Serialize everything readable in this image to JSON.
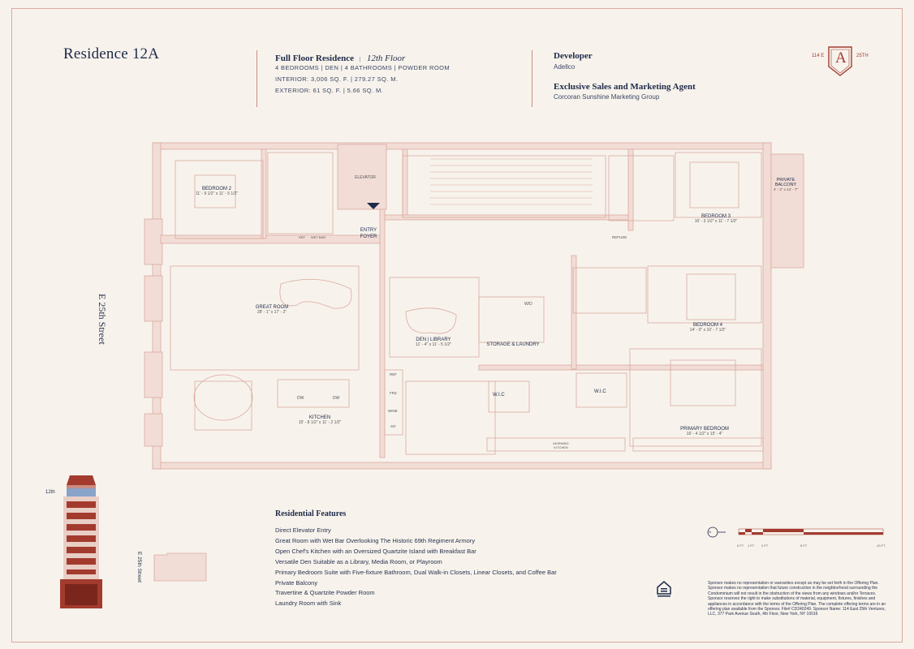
{
  "residence_title": "Residence 12A",
  "header": {
    "residence_type": "Full Floor Residence",
    "separator": "|",
    "floor": "12th Floor",
    "rooms": "4 BEDROOMS | DEN | 4 BATHROOMS | POWDER ROOM",
    "interior": "INTERIOR: 3,006 SQ. F. | 279.27 SQ. M.",
    "exterior": "EXTERIOR: 61 SQ. F. | 5.66 SQ. M."
  },
  "developer": {
    "label": "Developer",
    "value": "Adellco",
    "agent_label": "Exclusive Sales and Marketing Agent",
    "agent_value": "Corcoran Sunshine Marketing Group"
  },
  "logo": {
    "left": "114 E",
    "letter": "A",
    "right": "25TH"
  },
  "street_label": "E 25th Street",
  "floorplan": {
    "rooms": [
      {
        "name": "BEDROOM 2",
        "dims": "11' - 9 1/2\" x 11' - 5 1/2\""
      },
      {
        "name": "ELEVATOR",
        "dims": ""
      },
      {
        "name": "ENTRY FOYER",
        "dims": ""
      },
      {
        "name": "GREAT ROOM",
        "dims": "28' - 1\" x 17' - 2\""
      },
      {
        "name": "KITCHEN",
        "dims": "15' - 8 1/2\" x 11' - 2 1/2\""
      },
      {
        "name": "DEN | LIBRARY",
        "dims": "11' - 4\" x 11' - 5 1/2\""
      },
      {
        "name": "STORAGE & LAUNDRY",
        "dims": ""
      },
      {
        "name": "BEDROOM 3",
        "dims": "10' - 3 1/2\" x 11' - 7 1/2\""
      },
      {
        "name": "PRIVATE BALCONY",
        "dims": "4' - 2\" x 14' - 7\""
      },
      {
        "name": "BEDROOM 4",
        "dims": "14' - 0\" x 10' - 7 1/2\""
      },
      {
        "name": "PRIMARY BEDROOM",
        "dims": "16' - 4 1/2\" x 15' - 4\""
      }
    ],
    "small_labels": {
      "ref_bar": "REF",
      "wet_bar": "WET BAR",
      "refuse": "REFUSE",
      "wd": "W/D",
      "wic": "W.I.C",
      "ref": "REF",
      "frz": "FRZ",
      "wine": "WINE",
      "so": "SO",
      "dw": "DW",
      "morning_kitchen": "MORNING KITCHEN"
    }
  },
  "building": {
    "floor_label": "12th",
    "street_small": "E 25th Street"
  },
  "features": {
    "heading": "Residential Features",
    "items": [
      "Direct Elevator Entry",
      "Great Room with Wet Bar Overlooking The Historic 69th Regiment Armory",
      "Open Chef's Kitchen with an Oversized Quartzite Island with Breakfast Bar",
      "Versatile Den Suitable as a Library, Media Room, or Playroom",
      "Primary Bedroom Suite with Five-fixture Bathroom, Dual Walk-in Closets, Linear Closets, and Coffee Bar",
      "Private Balcony",
      "Travertine & Quartzite Powder Room",
      "Laundry Room with Sink"
    ]
  },
  "scale": {
    "north": "N",
    "labels": [
      "0 FT",
      "1 FT",
      "2 FT",
      "5 FT",
      "10 FT"
    ]
  },
  "disclaimer": "Sponsor makes no representation or warranties except as may be set forth in the Offering Plan. Sponsor makes no representation that future construction in the neighborhood surrounding the Condominium will not result in the obstruction of the views from any windows and/or Terraces. Sponsor reserves the right to make substitutions of material, equipment, fixtures, finishes and appliances in accordance with the terms of the Offering Plan. The complete offering terms are in an offering plan available from the Sponsor. File# CD240249. Sponsor Name: 114 East 25th Ventures, LLC, 377 Park Avenue South, 4th Floor, New York, NY 10016",
  "colors": {
    "accent": "#c98b82",
    "wall_fill": "#f2ddd6",
    "navy": "#1f2a4a",
    "brand_red": "#a23b2e",
    "background": "#f7f3ec"
  }
}
